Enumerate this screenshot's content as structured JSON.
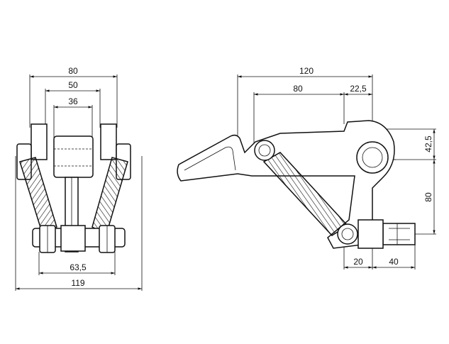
{
  "drawing": {
    "front_view": {
      "dimensions": {
        "width_80": "80",
        "width_50": "50",
        "width_36": "36",
        "width_63_5": "63,5",
        "width_119": "119"
      }
    },
    "side_view": {
      "dimensions": {
        "length_120": "120",
        "length_80": "80",
        "offset_22_5": "22,5",
        "height_42_5": "42,5",
        "height_80": "80",
        "offset_20": "20",
        "offset_40": "40"
      }
    }
  }
}
